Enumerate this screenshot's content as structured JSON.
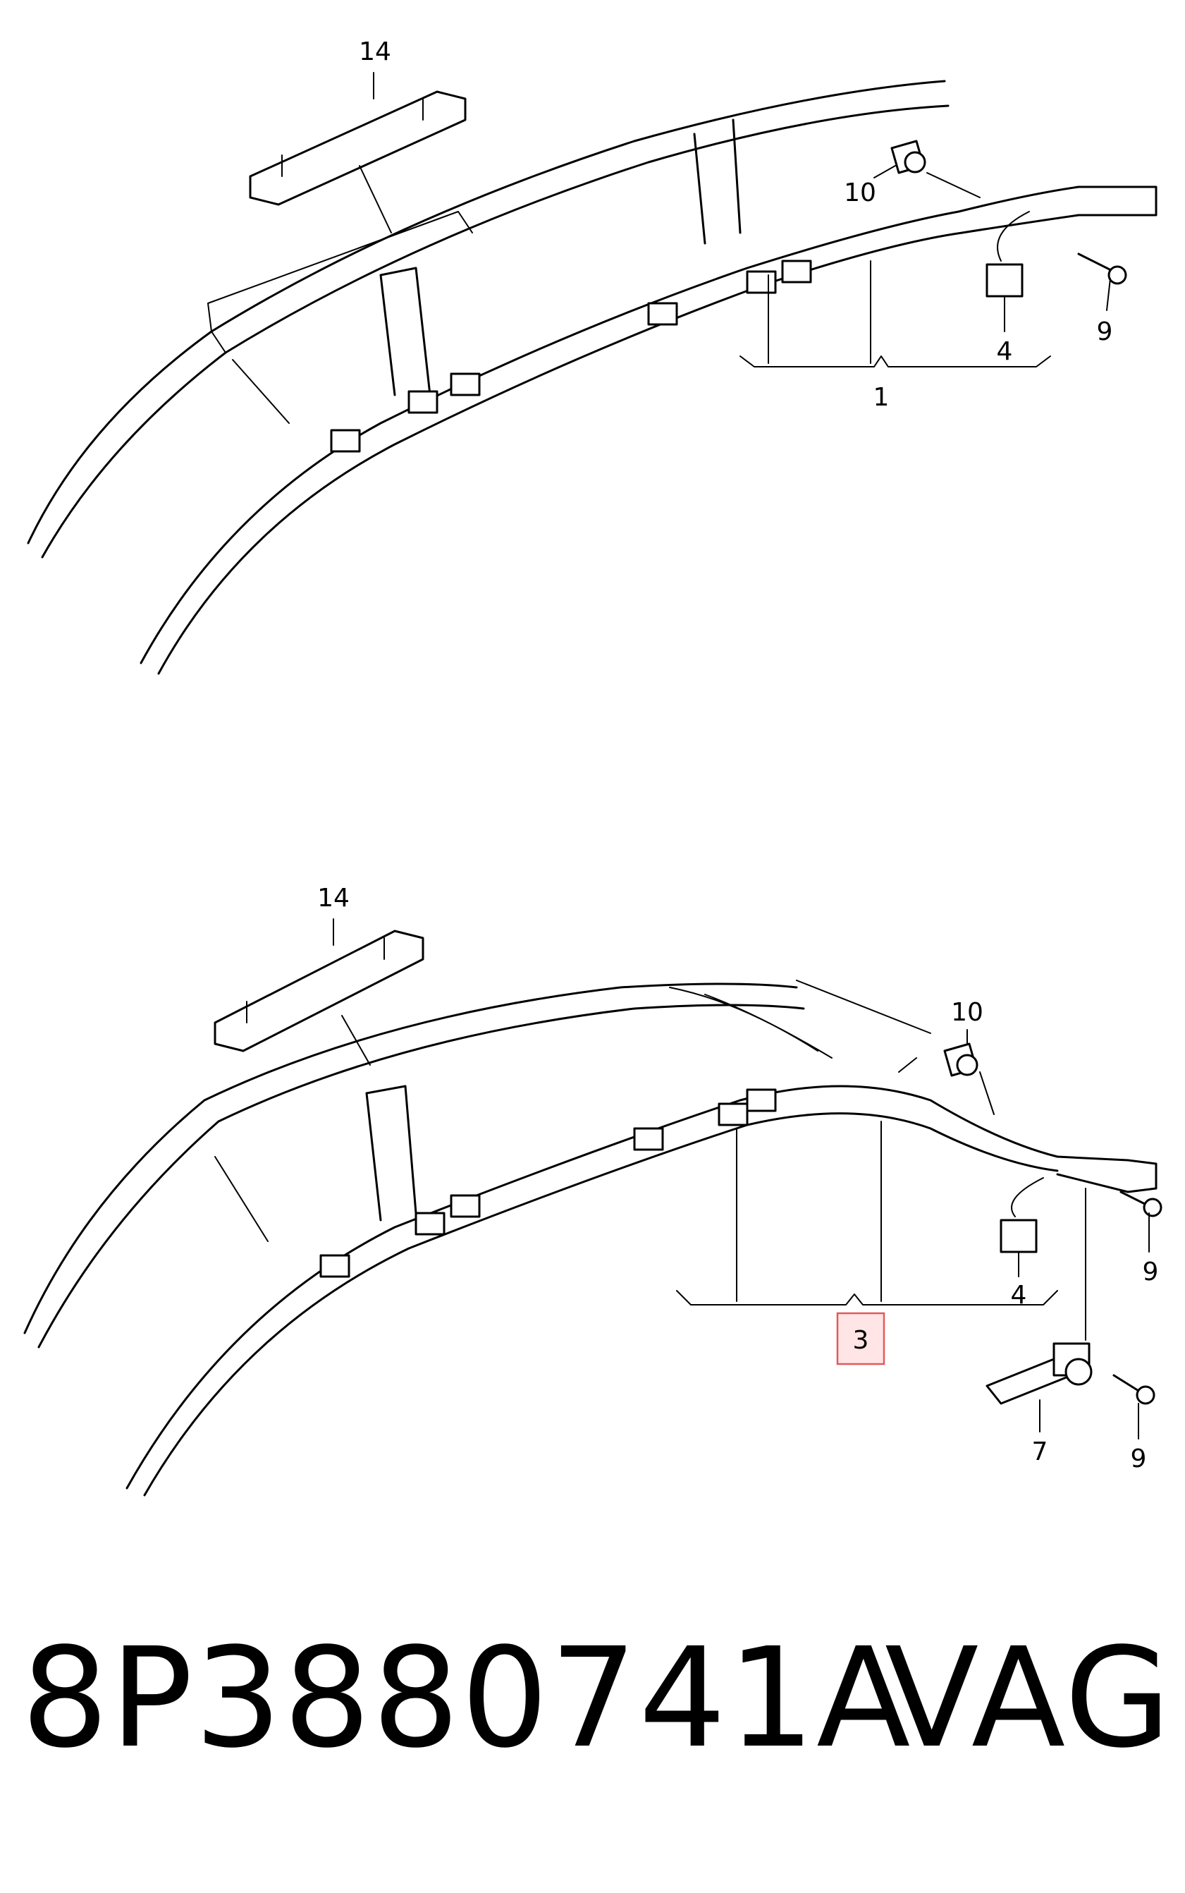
{
  "upper_view": {
    "callouts": {
      "trim": "14",
      "bolt": "10",
      "assembly": "1",
      "connector": "4",
      "screw": "9"
    }
  },
  "lower_view": {
    "callouts": {
      "trim": "14",
      "bolt": "10",
      "assembly": "3",
      "connector": "4",
      "screw_top": "9",
      "inflator": "7",
      "screw_bottom": "9"
    },
    "highlight_color": "#e05a5a"
  },
  "footer": {
    "part_number": "8P3880741A",
    "brand": "VAG"
  }
}
